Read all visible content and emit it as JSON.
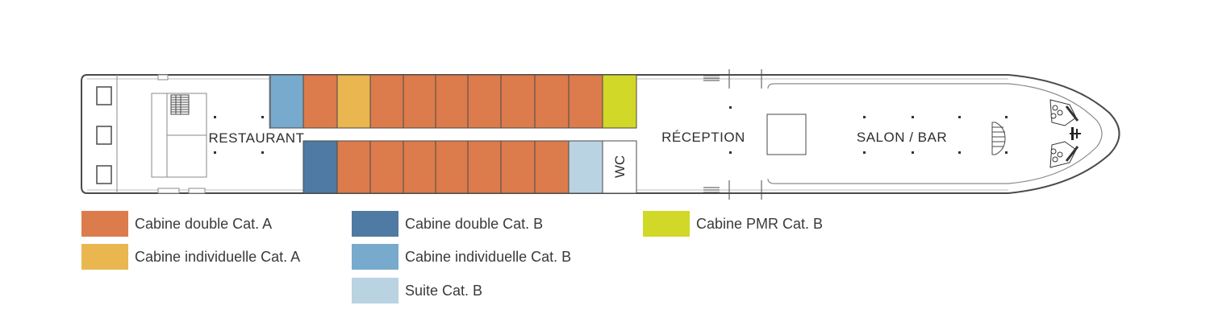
{
  "colors": {
    "double_a": "#dc7b4c",
    "single_a": "#e9b64f",
    "double_b": "#4e7aa3",
    "single_b": "#78aacd",
    "suite_b": "#b9d3e2",
    "pmr_b": "#d1d828",
    "outline": "#4a4a4a"
  },
  "labels": {
    "restaurant": "RESTAURANT",
    "reception": "RÉCEPTION",
    "salon_bar": "SALON / BAR",
    "wc": "WC"
  },
  "cabins": {
    "top_row": [
      "single_b",
      "double_a",
      "single_a",
      "double_a",
      "double_a",
      "double_a",
      "double_a",
      "double_a",
      "double_a",
      "double_a",
      "pmr_b"
    ],
    "bottom_row": [
      "double_b",
      "double_a",
      "double_a",
      "double_a",
      "double_a",
      "double_a",
      "double_a",
      "double_a",
      "suite_b",
      "wc"
    ]
  },
  "legend": [
    {
      "key": "double_a",
      "label": "Cabine double Cat. A"
    },
    {
      "key": "single_a",
      "label": "Cabine individuelle Cat. A"
    },
    {
      "key": "double_b",
      "label": "Cabine double Cat. B"
    },
    {
      "key": "single_b",
      "label": "Cabine individuelle Cat. B"
    },
    {
      "key": "suite_b",
      "label": "Suite Cat. B"
    },
    {
      "key": "pmr_b",
      "label": "Cabine PMR Cat. B"
    }
  ]
}
